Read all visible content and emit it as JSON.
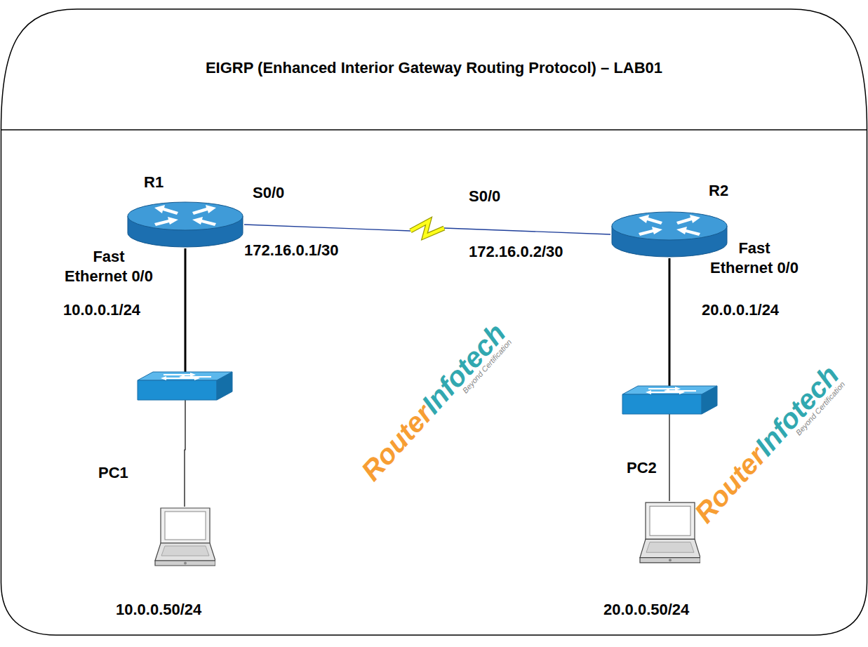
{
  "diagram": {
    "title": "EIGRP (Enhanced Interior Gateway Routing Protocol) – LAB01",
    "nodes": [
      {
        "text": [
          "R1"
        ]
      },
      {
        "text": [
          "R2"
        ]
      },
      {
        "text": [
          "PC1",
          "10.0.0.50/24"
        ]
      },
      {
        "text": [
          "PC2",
          "20.0.0.50/24"
        ]
      }
    ],
    "edges": [
      {
        "from": 0,
        "to": 1,
        "arrow": "none"
      },
      {
        "from": 0,
        "to": 2,
        "arrow": "none"
      },
      {
        "from": 1,
        "to": 3,
        "arrow": "none"
      }
    ],
    "labels": [
      "S0/0",
      "172.16.0.1/30",
      "Fast Ethernet 0/0",
      "10.0.0.1/24",
      "S0/0",
      "172.16.0.2/30",
      "Fast Ethernet 0/0",
      "20.0.0.1/24",
      "Router",
      "Infotech",
      "Beyond Certification",
      "Router",
      "Infotech",
      "Beyond Certification"
    ]
  }
}
